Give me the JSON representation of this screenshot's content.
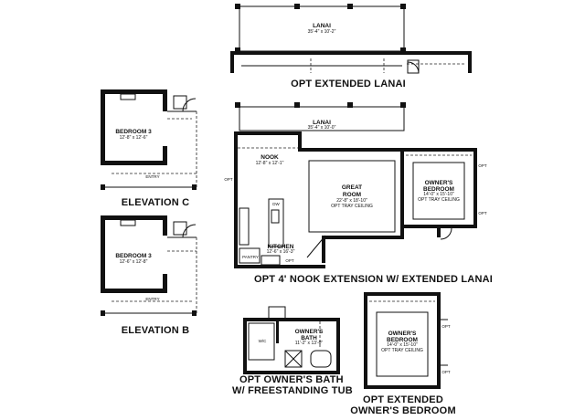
{
  "captions": {
    "opt_extended_lanai": "OPT EXTENDED LANAI",
    "elevation_c": "ELEVATION C",
    "elevation_b": "ELEVATION B",
    "opt_nook_extension": "OPT 4' NOOK EXTENSION W/ EXTENDED LANAI",
    "opt_owners_bath_line1": "OPT OWNER'S BATH",
    "opt_owners_bath_line2": "W/ FREESTANDING TUB",
    "opt_extended_owners_bedroom_line1": "OPT EXTENDED",
    "opt_extended_owners_bedroom_line2": "OWNER'S BEDROOM"
  },
  "rooms": {
    "lanai_top": {
      "name": "LANAI",
      "dims": "35'-4\" x 10'-2\""
    },
    "lanai_main": {
      "name": "LANAI",
      "dims": "35'-4\" x 10'-0\""
    },
    "bedroom3_c": {
      "name": "BEDROOM 3",
      "dims": "12'-8\" x 12'-6\""
    },
    "bedroom3_b": {
      "name": "BEDROOM 3",
      "dims": "12'-6\" x 12'-8\""
    },
    "entry_c": {
      "name": "ENTRY"
    },
    "entry_b": {
      "name": "ENTRY"
    },
    "nook": {
      "name": "NOOK",
      "dims": "12'-8\" x 12'-1\""
    },
    "great_room": {
      "name_line1": "GREAT",
      "name_line2": "ROOM",
      "dims": "22'-8\" x 18'-10\"",
      "note": "OPT TRAY CEILING"
    },
    "owners_bedroom_main": {
      "name_line1": "OWNER'S",
      "name_line2": "BEDROOM",
      "dims": "14'-0\" x 15'-10\"",
      "note": "OPT TRAY CEILING"
    },
    "kitchen": {
      "name": "KITCHEN",
      "dims": "12'-6\" x 16'-3\""
    },
    "owners_bath": {
      "name_line1": "OWNER'S",
      "name_line2": "BATH",
      "dims": "11'-2\" x 13'-0\""
    },
    "owners_bedroom_ext": {
      "name_line1": "OWNER'S",
      "name_line2": "BEDROOM",
      "dims": "14'-0\" x 15'-10\"",
      "note": "OPT TRAY CEILING"
    }
  },
  "small_labels": {
    "opt": "OPT",
    "dw": "DW",
    "wc": "W/C",
    "pantry": "PANTRY"
  }
}
